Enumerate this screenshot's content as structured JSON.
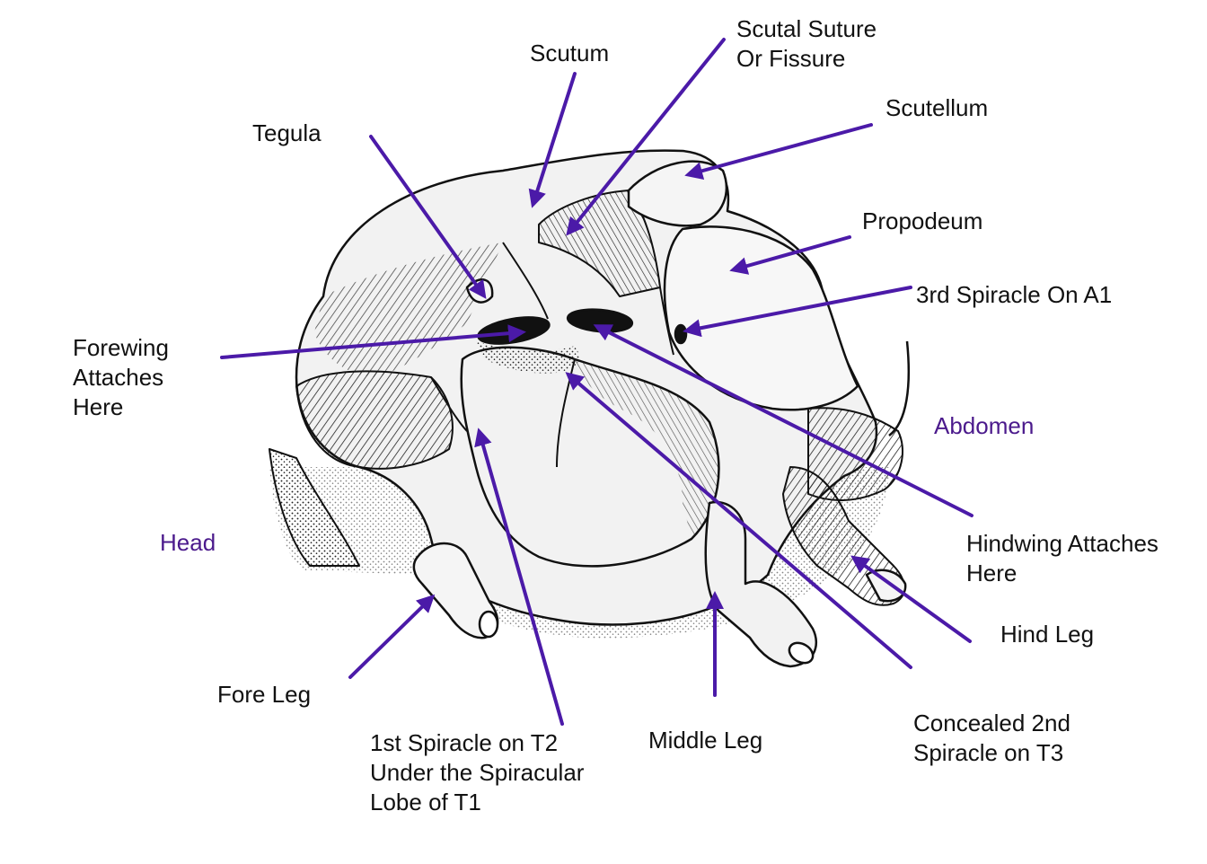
{
  "colors": {
    "arrow": "#4b1aa8",
    "region_label": "#4b1a8c",
    "label_text": "#111111",
    "sketch_ink": "#111111",
    "body_fill": "#f2f2f2"
  },
  "labels": {
    "scutum": "Scutum",
    "scutal_suture": "Scutal Suture\nOr Fissure",
    "scutellum": "Scutellum",
    "tegula": "Tegula",
    "propodeum": "Propodeum",
    "spiracle_a1": "3rd Spiracle On A1",
    "forewing": "Forewing\nAttaches\nHere",
    "abdomen": "Abdomen",
    "head": "Head",
    "hindwing": "Hindwing Attaches\nHere",
    "hind_leg": "Hind Leg",
    "fore_leg": "Fore Leg",
    "spiracle_t2": "1st Spiracle on T2\nUnder the Spiracular\nLobe of T1",
    "middle_leg": "Middle Leg",
    "spiracle_t3": "Concealed 2nd\nSpiracle on T3"
  }
}
